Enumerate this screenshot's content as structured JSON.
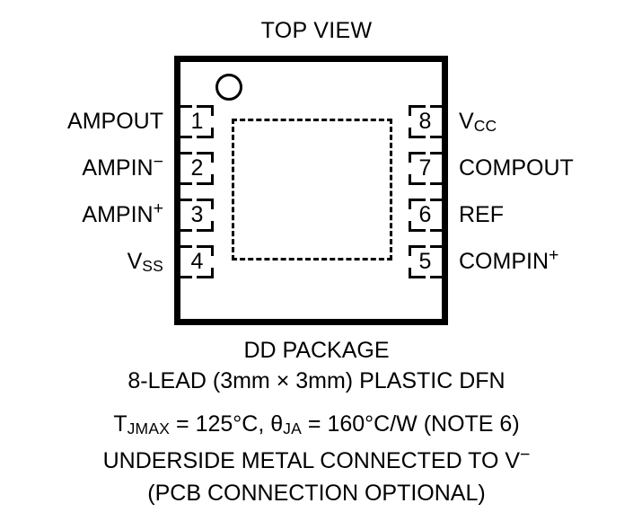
{
  "title": "TOP VIEW",
  "package": {
    "pin1_marker": "pin1-dot",
    "exposed_pad": "dashed-exposed-pad"
  },
  "pins": {
    "left": [
      {
        "number": "1",
        "label": "AMPOUT",
        "sub": "",
        "sup": ""
      },
      {
        "number": "2",
        "label": "AMPIN",
        "sub": "",
        "sup": "−"
      },
      {
        "number": "3",
        "label": "AMPIN",
        "sub": "",
        "sup": "+"
      },
      {
        "number": "4",
        "label": "V",
        "sub": "SS",
        "sup": ""
      }
    ],
    "right": [
      {
        "number": "8",
        "label": "V",
        "sub": "CC",
        "sup": ""
      },
      {
        "number": "7",
        "label": "COMPOUT",
        "sub": "",
        "sup": ""
      },
      {
        "number": "6",
        "label": "REF",
        "sub": "",
        "sup": ""
      },
      {
        "number": "5",
        "label": "COMPIN",
        "sub": "",
        "sup": "+"
      }
    ]
  },
  "caption": {
    "line1": "DD PACKAGE",
    "line2": "8-LEAD (3mm × 3mm) PLASTIC DFN",
    "line3_pre": "T",
    "line3_sub1": "JMAX",
    "line3_mid": " = 125°C, θ",
    "line3_sub2": "JA",
    "line3_post": " = 160°C/W (NOTE 6)",
    "line4_pre": "UNDERSIDE METAL CONNECTED TO V",
    "line4_sup": "−",
    "line5": "(PCB CONNECTION OPTIONAL)"
  },
  "colors": {
    "ink": "#000000",
    "background": "#ffffff"
  }
}
